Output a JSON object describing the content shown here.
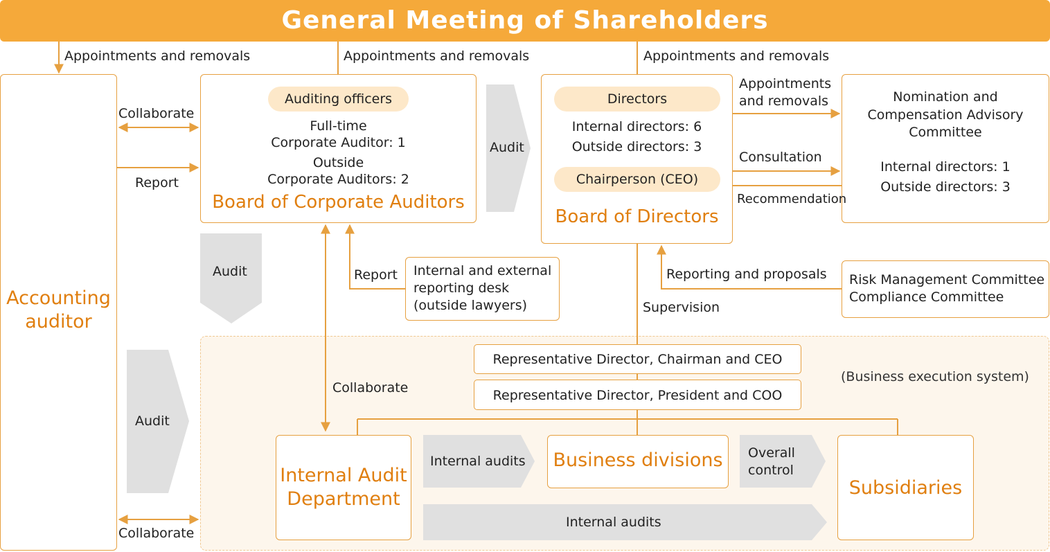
{
  "header": {
    "title": "General Meeting of Shareholders"
  },
  "labels": {
    "appt_left": "Appointments and removals",
    "appt_mid": "Appointments and removals",
    "appt_right": "Appointments and removals",
    "collaborate_top": "Collaborate",
    "report_left": "Report",
    "audit_mid": "Audit",
    "audit_down": "Audit",
    "audit_left": "Audit",
    "report_desk": "Report",
    "collaborate_mid": "Collaborate",
    "collaborate_bottom": "Collaborate",
    "appt_committee_1": "Appointments",
    "appt_committee_2": "and removals",
    "consultation": "Consultation",
    "recommendation": "Recommendation",
    "reporting_proposals": "Reporting and proposals",
    "supervision": "Supervision",
    "business_system": "(Business execution system)",
    "internal_audits_1": "Internal audits",
    "overall_control_1": "Overall",
    "overall_control_2": "control",
    "internal_audits_2": "Internal audits"
  },
  "accounting": {
    "line1": "Accounting",
    "line2": "auditor"
  },
  "auditors": {
    "pill": "Auditing officers",
    "l1": "Full-time",
    "l2": "Corporate Auditor: 1",
    "l3": "Outside",
    "l4": "Corporate Auditors: 2",
    "title": "Board of Corporate Auditors"
  },
  "directors": {
    "pill": "Directors",
    "l1": "Internal directors: 6",
    "l2": "Outside directors: 3",
    "pill2": "Chairperson (CEO)",
    "title": "Board of Directors"
  },
  "committee": {
    "t1": "Nomination and",
    "t2": "Compensation Advisory",
    "t3": "Committee",
    "l1": "Internal directors: 1",
    "l2": "Outside directors: 3"
  },
  "desk": {
    "l1": "Internal and external",
    "l2": "reporting desk",
    "l3": "(outside lawyers)"
  },
  "risk": {
    "l1": "Risk Management Committee",
    "l2": "Compliance Committee"
  },
  "rep_chair": "Representative Director, Chairman and CEO",
  "rep_pres": "Representative Director, President and COO",
  "internal_audit": {
    "l1": "Internal Audit",
    "l2": "Department"
  },
  "business": "Business divisions",
  "subsidiaries": "Subsidiaries",
  "colors": {
    "accent": "#f5a93a",
    "border": "#e6a040",
    "orange_text": "#e07f10",
    "pill": "#fde8c9",
    "grey_arrow": "#e0e0e0",
    "zone": "#fdf6ec"
  }
}
